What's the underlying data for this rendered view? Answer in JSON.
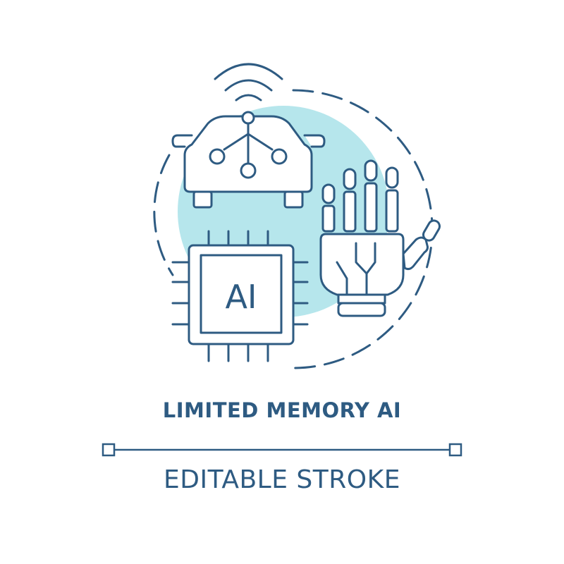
{
  "title": "LIMITED MEMORY AI",
  "subtitle": "EDITABLE STROKE",
  "chip_label": "AI",
  "colors": {
    "stroke": "#2e5b82",
    "fill": "#b6e6ec",
    "background": "#ffffff"
  },
  "icons": [
    "car-icon",
    "wireless-signal-icon",
    "circuit-icon",
    "ai-chip-icon",
    "robot-hand-icon"
  ]
}
